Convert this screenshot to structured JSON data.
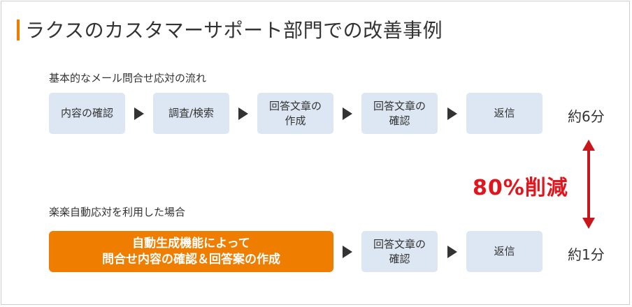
{
  "title": "ラクスのカスタマーサポート部門での改善事例",
  "colors": {
    "accent": "#ee7d00",
    "step_bg": "#dde7f3",
    "reduction": "#e2151d",
    "arrow": "#c8161d"
  },
  "basic_flow": {
    "label": "基本的なメール問合せ応対の流れ",
    "steps": [
      "内容の確認",
      "調査/検索",
      "回答文章の\n作成",
      "回答文章の\n確認",
      "返信"
    ],
    "time": "約6分"
  },
  "auto_flow": {
    "label": "楽楽自動応対を利用した場合",
    "steps": [
      "自動生成機能によって\n問合せ内容の確認＆回答案の作成",
      "回答文章の\n確認",
      "返信"
    ],
    "time": "約1分"
  },
  "reduction": "80%削減"
}
